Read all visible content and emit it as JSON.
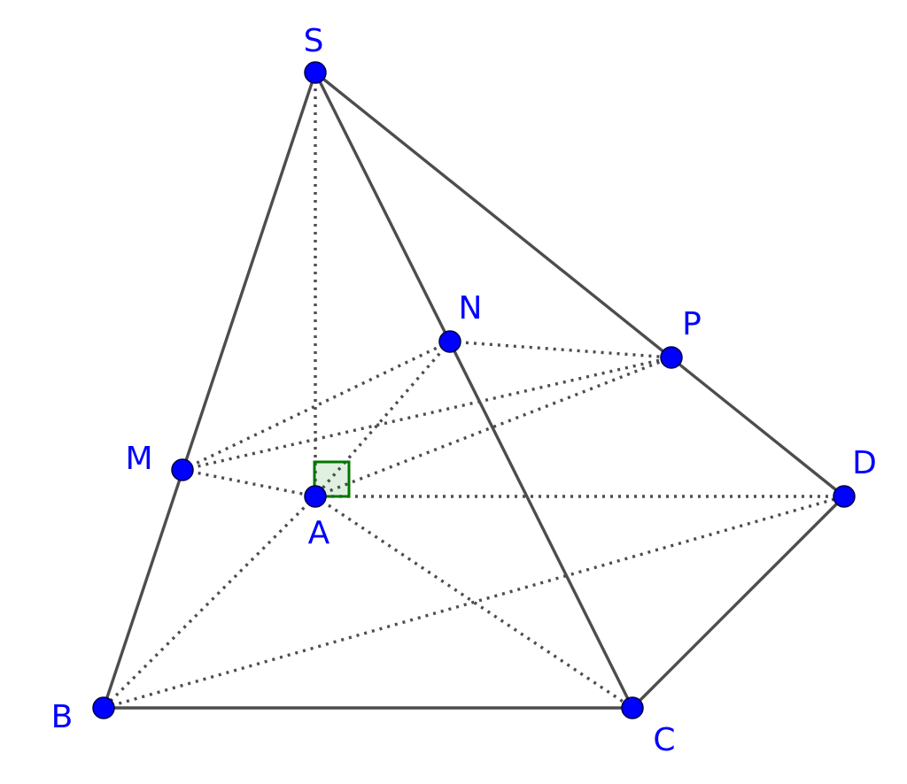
{
  "figure": {
    "points": [
      {
        "id": "S",
        "label": "S"
      },
      {
        "id": "A",
        "label": "A"
      },
      {
        "id": "B",
        "label": "B"
      },
      {
        "id": "C",
        "label": "C"
      },
      {
        "id": "D",
        "label": "D"
      },
      {
        "id": "M",
        "label": "M"
      },
      {
        "id": "N",
        "label": "N"
      },
      {
        "id": "P",
        "label": "P"
      }
    ],
    "solid_edges": [
      [
        "S",
        "B"
      ],
      [
        "S",
        "C"
      ],
      [
        "S",
        "D"
      ],
      [
        "B",
        "C"
      ],
      [
        "C",
        "D"
      ]
    ],
    "hidden_edges": [
      [
        "S",
        "A"
      ],
      [
        "A",
        "B"
      ],
      [
        "A",
        "C"
      ],
      [
        "A",
        "D"
      ],
      [
        "B",
        "D"
      ],
      [
        "M",
        "N"
      ],
      [
        "M",
        "P"
      ],
      [
        "M",
        "A"
      ],
      [
        "N",
        "P"
      ],
      [
        "N",
        "A"
      ],
      [
        "A",
        "P"
      ]
    ],
    "right_angle_at": "A",
    "colors": {
      "point": "#0000ff",
      "edge": "#4d4d4d",
      "right_angle": "#007700"
    }
  }
}
